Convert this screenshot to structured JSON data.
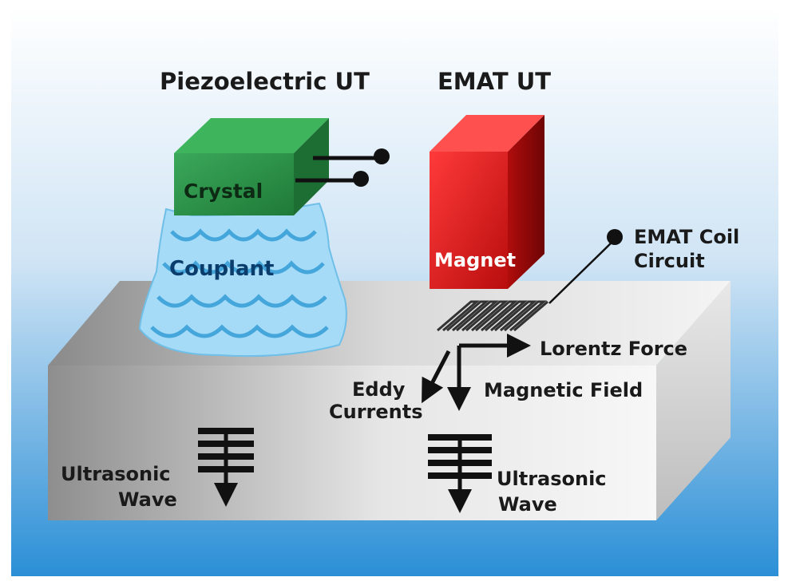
{
  "titles": {
    "piezo": "Piezoelectric UT",
    "emat": "EMAT UT"
  },
  "components": {
    "crystal": "Crystal",
    "couplant": "Couplant",
    "magnet": "Magnet",
    "coil_line1": "EMAT Coil",
    "coil_line2": "Circuit"
  },
  "forces": {
    "lorentz": "Lorentz Force",
    "magnetic_field": "Magnetic Field",
    "eddy_line1": "Eddy",
    "eddy_line2": "Currents"
  },
  "waves": {
    "left_line1": "Ultrasonic",
    "left_line2": "Wave",
    "right_line1": "Ultrasonic",
    "right_line2": "Wave"
  },
  "colors": {
    "background_top": "#ffffff",
    "background_bottom": "#2b8fd6",
    "crystal_green": "#2f9b4a",
    "couplant_blue": "#8fd0f2",
    "magnet_red": "#e01a1a",
    "block_grey": "#c9c9c9"
  }
}
